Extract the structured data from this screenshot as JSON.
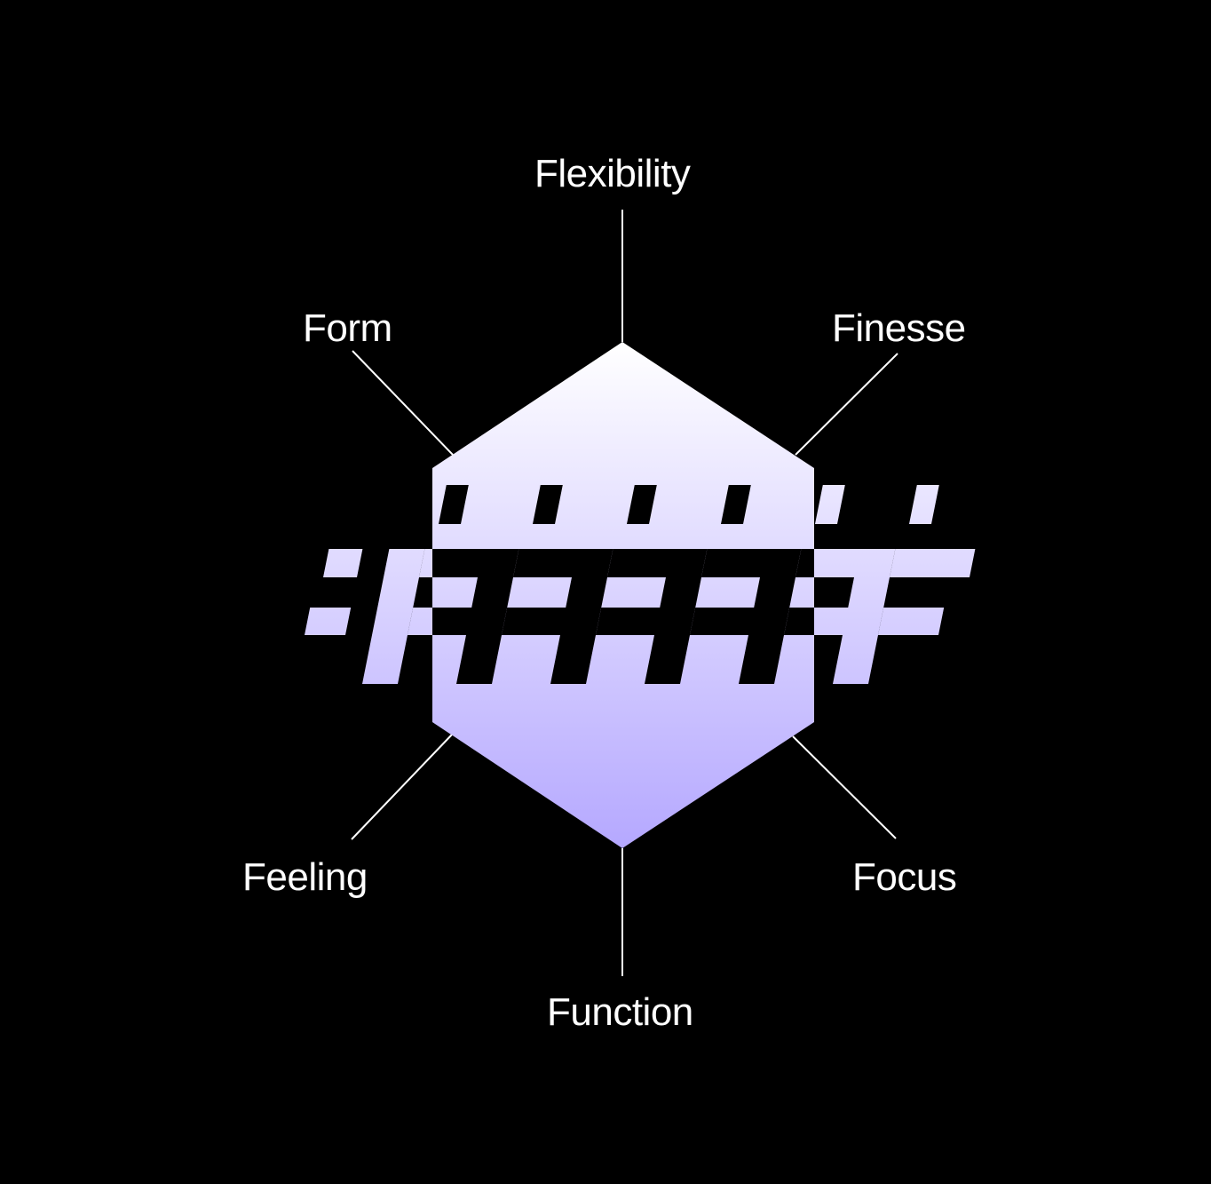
{
  "diagram": {
    "axes": [
      {
        "id": "flexibility",
        "label": "Flexibility"
      },
      {
        "id": "finesse",
        "label": "Finesse"
      },
      {
        "id": "focus",
        "label": "Focus"
      },
      {
        "id": "function",
        "label": "Function"
      },
      {
        "id": "feeling",
        "label": "Feeling"
      },
      {
        "id": "form",
        "label": "Form"
      }
    ],
    "colors": {
      "background": "#000000",
      "line": "#ffffff",
      "label": "#ffffff",
      "gradient_top": "#ffffff",
      "gradient_bottom": "#b5a8ff"
    },
    "glyph_letter": "F",
    "glyph_count": 6
  }
}
